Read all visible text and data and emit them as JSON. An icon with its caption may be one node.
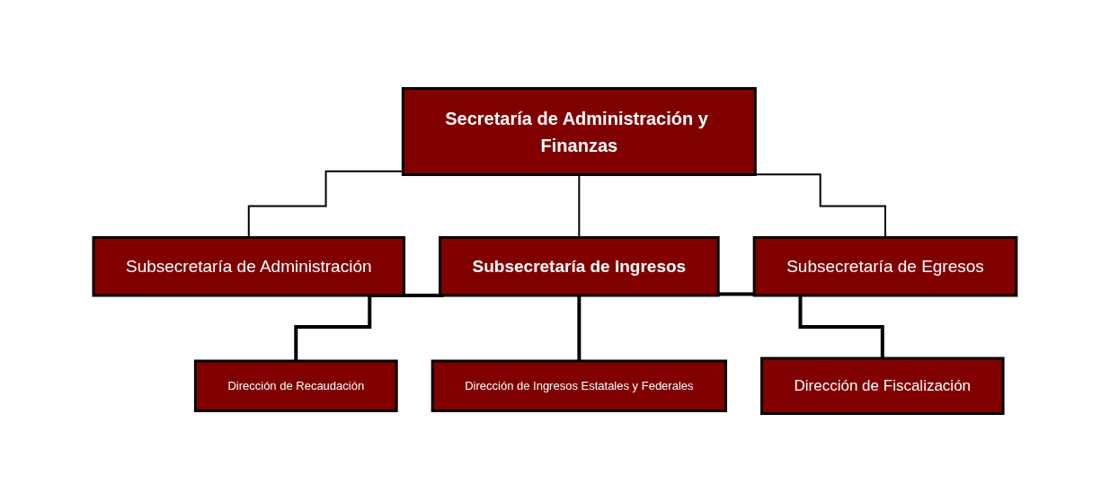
{
  "diagram": {
    "nodes": [
      {
        "text": [
          "Secretaría de Administración y Finanzas"
        ]
      },
      {
        "text": [
          "Subsecretaría de Administración"
        ]
      },
      {
        "text": [
          "Subsecretaría de Ingresos"
        ]
      },
      {
        "text": [
          "Subsecretaría de Egresos"
        ]
      },
      {
        "text": [
          "Dirección de Recaudación"
        ]
      },
      {
        "text": [
          "Dirección de Ingresos Estatales y Federales"
        ]
      },
      {
        "text": [
          "Dirección de Fiscalización"
        ]
      }
    ],
    "edges": [
      {
        "from": 0,
        "to": 1,
        "arrow": "none"
      },
      {
        "from": 0,
        "to": 2,
        "arrow": "none"
      },
      {
        "from": 0,
        "to": 3,
        "arrow": "none"
      },
      {
        "from": 2,
        "to": 4,
        "arrow": "none",
        "style": "thick"
      },
      {
        "from": 2,
        "to": 5,
        "arrow": "none",
        "style": "thick"
      },
      {
        "from": 2,
        "to": 6,
        "arrow": "none",
        "style": "thick"
      }
    ]
  }
}
